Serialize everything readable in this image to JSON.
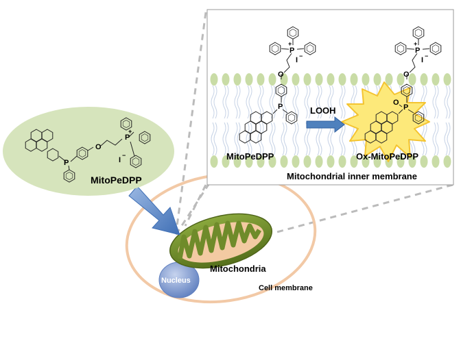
{
  "labels": {
    "probe": "MitoPeDPP",
    "probe_inner": "MitoPeDPP",
    "oxidized": "Ox-MitoPeDPP",
    "reagent": "LOOH",
    "inner_membrane": "Mitochondrial inner membrane",
    "mitochondria": "Mitochondria",
    "nucleus": "Nucleus",
    "cell_membrane": "Cell membrane"
  },
  "atoms": {
    "phosphorus": "P",
    "phosphonium_plus": "+",
    "iodide": "I",
    "iodide_minus": "−",
    "oxygen_ether": "O",
    "oxygen_oxide": "O"
  },
  "colors": {
    "probe_ellipse": "#d6e4bc",
    "membrane_heads": "#c9dca6",
    "mito_outer": "#6f8b2a",
    "mito_cristae": "#f3caa2",
    "cell_membrane": "#f2c9a6",
    "nucleus": "#7f97c9",
    "arrow_blue": "#4f81bd",
    "glow": "#fde97a"
  }
}
